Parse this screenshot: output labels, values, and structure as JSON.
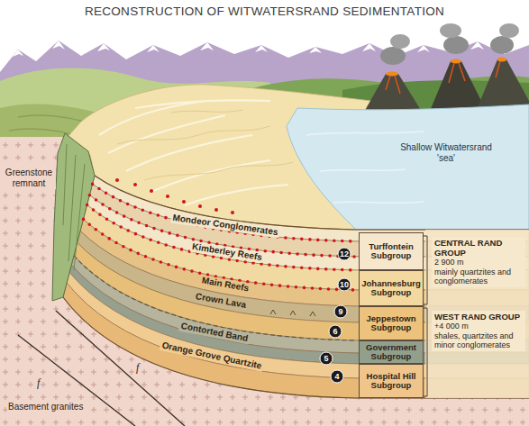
{
  "diagram": {
    "title": "RECONSTRUCTION OF WITWATERSRAND SEDIMENTATION",
    "nodes": [
      {
        "text": [
          "Turffontein Subgroup"
        ]
      },
      {
        "text": [
          "Johannesburg Subgroup"
        ]
      },
      {
        "text": [
          "Jeppestown Subgroup"
        ]
      },
      {
        "text": [
          "Government Subgroup"
        ]
      },
      {
        "text": [
          "Hospital Hill Subgroup"
        ]
      }
    ],
    "labels": [
      "Shallow Witwatersrand 'sea'",
      "Mondeor Conglomerates",
      "Kimberley Reefs",
      "Main Reefs",
      "Crown Lava",
      "Contorted Band",
      "Orange Grove Quartzite",
      "12",
      "10",
      "9",
      "6",
      "5",
      "4",
      "Greenstone remnant",
      "Basement granites",
      "f",
      "f",
      "CENTRAL RAND GROUP",
      "2 900 m",
      "mainly quartzites and conglomerates",
      "WEST RAND GROUP",
      "+4 000 m",
      "shales, quartzites and minor conglomerates"
    ]
  }
}
